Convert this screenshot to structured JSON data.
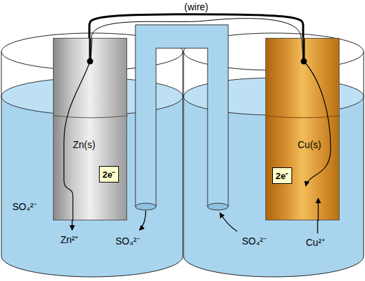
{
  "diagram": {
    "nodes": [
      {
        "text": [
          "Zn(s)"
        ]
      },
      {
        "text": [
          "2e⁻"
        ],
        "in": 0
      },
      {
        "text": [
          "Cu(s)"
        ]
      },
      {
        "text": [
          "2e⁻"
        ],
        "in": 2
      }
    ],
    "edges": [
      {
        "from": 0,
        "to": 2,
        "arrow": "none",
        "label": "(wire)"
      }
    ],
    "labels": [
      "SO₄²⁻",
      "Zn²⁺",
      "SO₄²⁻",
      "SO₄²⁻",
      "Cu²⁺"
    ]
  }
}
